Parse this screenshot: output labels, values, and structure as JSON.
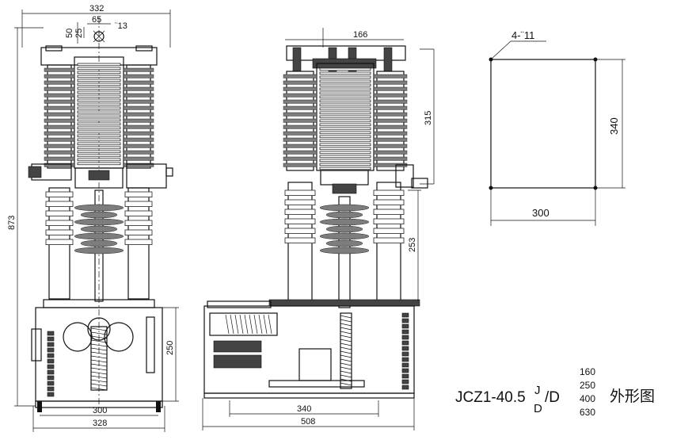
{
  "left_view": {
    "dims": {
      "top_width": "332",
      "top_center": "65",
      "hole": "¨13",
      "offset_50": "50",
      "offset_25": "25",
      "height": "873",
      "base_height": "250",
      "base_inner": "300",
      "base_outer": "328"
    }
  },
  "side_view": {
    "dims": {
      "top": "166",
      "upper_height": "315",
      "lower_height": "253",
      "base_inner": "340",
      "base_outer": "508"
    }
  },
  "mount_plan": {
    "holes": "4-¨11",
    "height": "340",
    "width": "300"
  },
  "model": {
    "prefix": "JCZ1-40.5",
    "sup": "J",
    "sub": "D",
    "suffix": "/D",
    "ratings": [
      "160",
      "250",
      "400",
      "630"
    ],
    "caption": "外形图"
  }
}
